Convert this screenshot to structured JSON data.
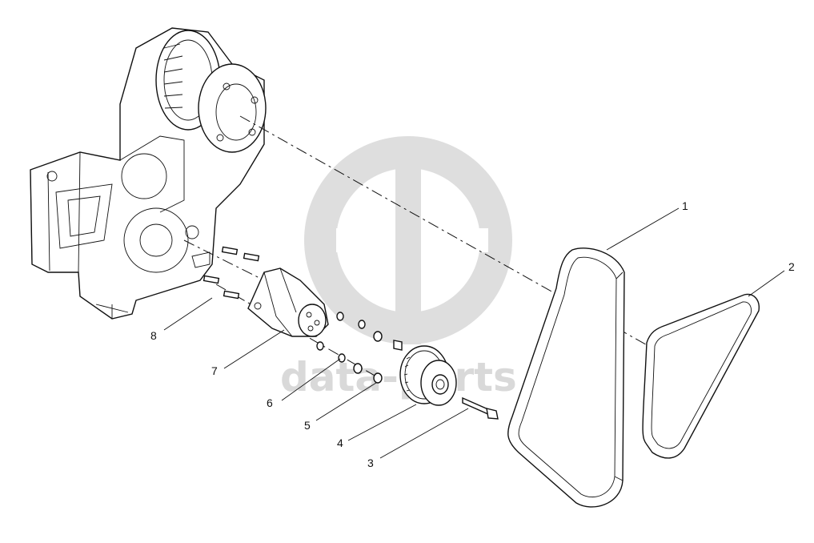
{
  "diagram": {
    "callouts": [
      "1",
      "2",
      "3",
      "4",
      "5",
      "6",
      "7",
      "8"
    ]
  },
  "watermark": {
    "text": "data-parts",
    "color": "#d9d9d9"
  }
}
